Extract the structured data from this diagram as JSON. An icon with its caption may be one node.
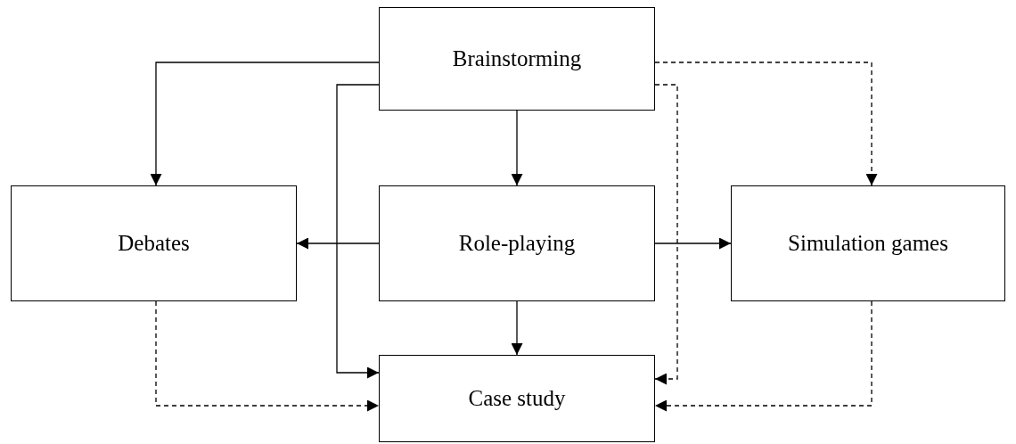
{
  "diagram": {
    "nodes": [
      {
        "text": [
          "Brainstorming"
        ]
      },
      {
        "text": [
          "Debates"
        ]
      },
      {
        "text": [
          "Role-playing"
        ]
      },
      {
        "text": [
          "Simulation games"
        ]
      },
      {
        "text": [
          "Case study"
        ]
      }
    ],
    "edges": [
      {
        "from": 0,
        "to": 1,
        "arrow": "to"
      },
      {
        "from": 0,
        "to": 4,
        "arrow": "to"
      },
      {
        "from": 0,
        "to": 2,
        "arrow": "to"
      },
      {
        "from": 0,
        "to": 3,
        "arrow": "to",
        "style": "dashed"
      },
      {
        "from": 0,
        "to": 4,
        "arrow": "to",
        "style": "dashed"
      },
      {
        "from": 2,
        "to": 1,
        "arrow": "to"
      },
      {
        "from": 2,
        "to": 3,
        "arrow": "to"
      },
      {
        "from": 2,
        "to": 4,
        "arrow": "to"
      },
      {
        "from": 1,
        "to": 4,
        "arrow": "to",
        "style": "dashed"
      },
      {
        "from": 3,
        "to": 4,
        "arrow": "to",
        "style": "dashed"
      }
    ]
  }
}
